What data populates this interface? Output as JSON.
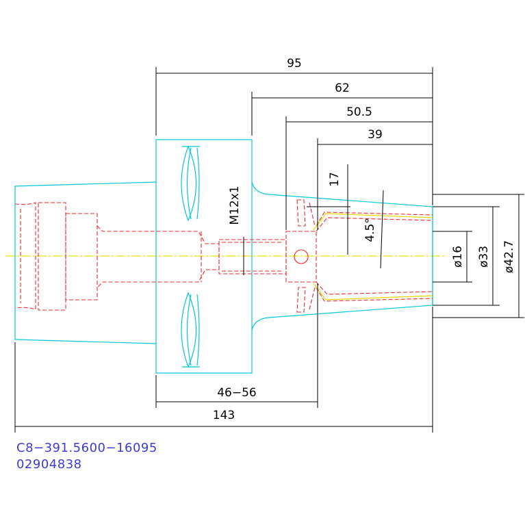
{
  "dimensions": {
    "d95": "95",
    "d62": "62",
    "d505": "50.5",
    "d39": "39",
    "d17": "17",
    "d45": "4.5°",
    "dM12": "M12x1",
    "d16": "ø16",
    "d33": "ø33",
    "d427": "ø42.7",
    "d4656": "46−56",
    "d143": "143"
  },
  "part_code": "C8−391.5600−16095",
  "part_number": "02904838",
  "colors": {
    "outline": "#00c8d8",
    "hidden": "#ee2a2a",
    "collet": "#e6d800",
    "dimension": "#000000",
    "code_text": "#3b3bd6"
  }
}
